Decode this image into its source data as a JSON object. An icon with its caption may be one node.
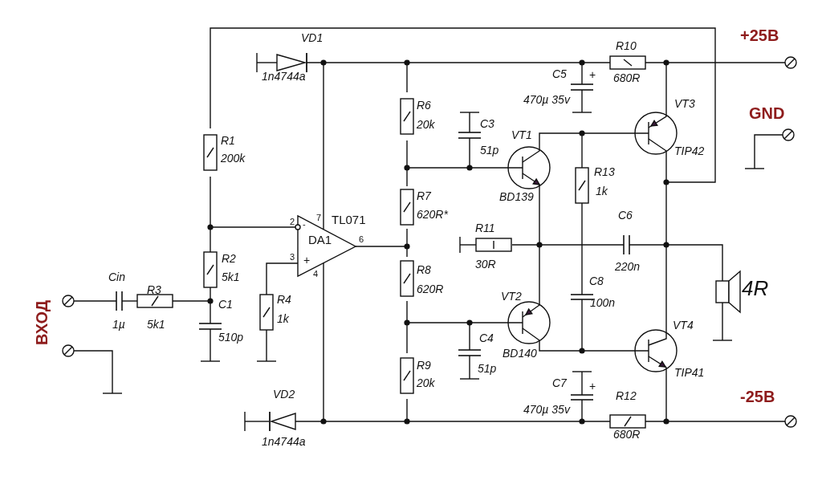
{
  "diagram": {
    "labels": [
      "VD1",
      "+25В",
      "R10",
      "1n4744a",
      "C5",
      "680R",
      "+",
      "470µ 35v",
      "VT3",
      "GND",
      "R6",
      "C3",
      "R1",
      "VT1",
      "20k",
      "51p",
      "TIP42",
      "200k",
      "R13",
      "1k",
      "BD139",
      "R7",
      "TL071",
      "7",
      "2",
      "-",
      "620R*",
      "C6",
      "6",
      "DA1",
      "R11",
      "R2",
      "3",
      "+",
      "30R",
      "220n",
      "5k1",
      "R8",
      "4",
      "Cin",
      "4R",
      "C8",
      "620R",
      "R4",
      "R3",
      "C1",
      "100n",
      "ВХОД",
      "VT2",
      "VT4",
      "1µ",
      "5k1",
      "1k",
      "510p",
      "C4",
      "51p",
      "BD140",
      "R9",
      "TIP41",
      "C7",
      "20k",
      "+",
      "-25В",
      "VD2",
      "470µ 35v",
      "R12",
      "680R",
      "1n4744a"
    ]
  }
}
